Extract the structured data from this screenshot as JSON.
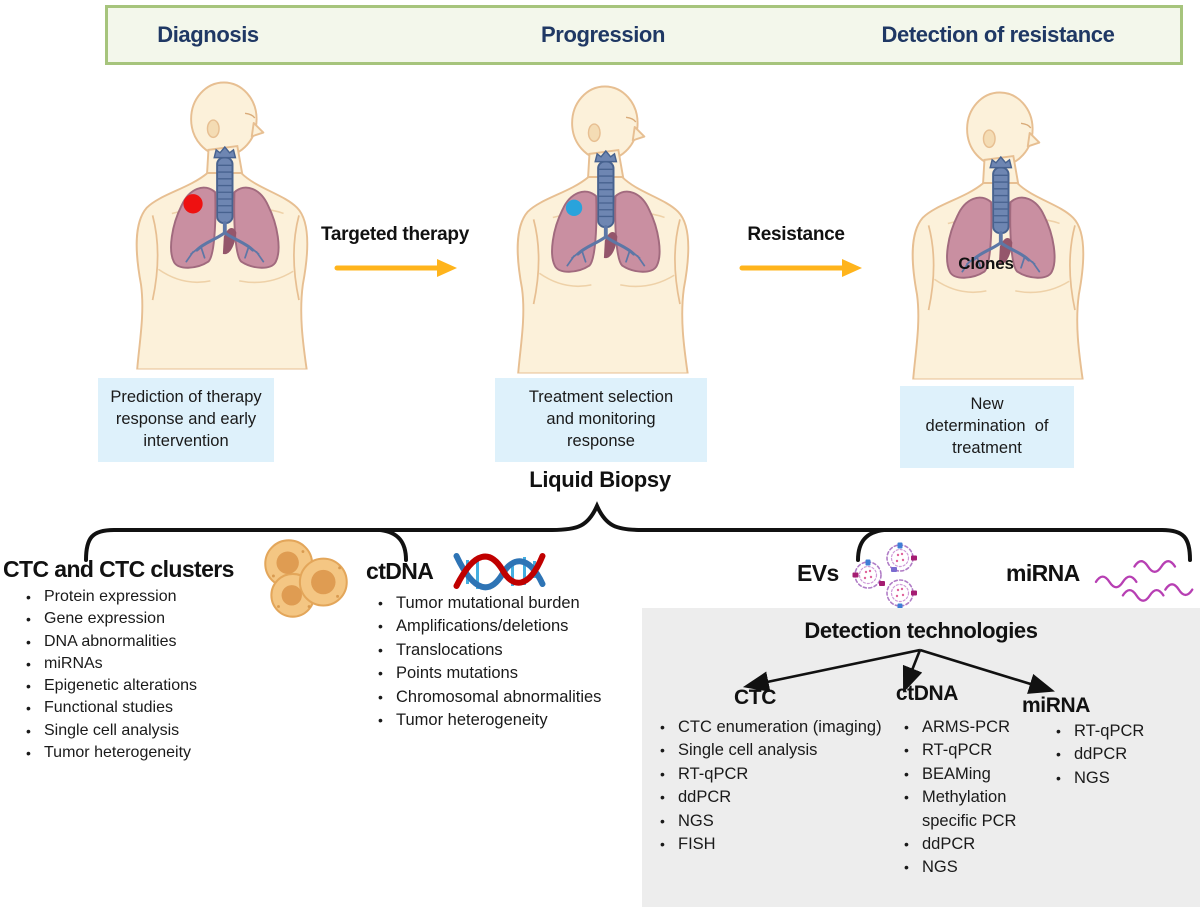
{
  "banner": {
    "phases": [
      "Diagnosis",
      "Progression",
      "Detection of resistance"
    ]
  },
  "flow": {
    "arrow1_label": "Targeted therapy",
    "arrow2_label": "Resistance",
    "clones_label": "Clones"
  },
  "captions": [
    {
      "text": "Prediction of therapy\nresponse and early\nintervention"
    },
    {
      "text": "Treatment selection\nand monitoring\nresponse"
    },
    {
      "text": "New\ndetermination  of\ntreatment"
    }
  ],
  "liquid_biopsy_title": "Liquid Biopsy",
  "categories": [
    {
      "title": "CTC and CTC clusters",
      "icon": "ctc-cluster-icon",
      "items": [
        "Protein expression",
        "Gene expression",
        "DNA abnormalities",
        "miRNAs",
        "Epigenetic alterations",
        "Functional studies",
        "Single cell analysis",
        "Tumor heterogeneity"
      ]
    },
    {
      "title": "ctDNA",
      "icon": "dna-helix-icon",
      "items": [
        "Tumor mutational burden",
        "Amplifications/deletions",
        "Translocations",
        "Points mutations",
        "Chromosomal abnormalities",
        "Tumor heterogeneity"
      ]
    },
    {
      "title": "EVs",
      "icon": "extracellular-vesicles-icon",
      "items": []
    },
    {
      "title": "miRNA",
      "icon": "mirna-squiggle-icon",
      "items": []
    }
  ],
  "detection": {
    "title": "Detection technologies",
    "columns": [
      {
        "title": "CTC",
        "items": [
          "CTC enumeration (imaging)",
          "Single cell analysis",
          "RT-qPCR",
          "ddPCR",
          "NGS",
          "FISH"
        ]
      },
      {
        "title": "ctDNA",
        "items": [
          "ARMS-PCR",
          "RT-qPCR",
          "BEAMing",
          "Methylation specific PCR",
          "ddPCR",
          "NGS"
        ]
      },
      {
        "title": "miRNA",
        "items": [
          "RT-qPCR",
          "ddPCR",
          "NGS"
        ]
      }
    ]
  },
  "colors": {
    "banner_bg": "#f3f7eb",
    "banner_border": "#a6c47c",
    "banner_text": "#1f3864",
    "caption_bg": "#def1fb",
    "arrow_orange": "#ffb41c",
    "panel_bg": "#ededed",
    "skin": "#fcf1da",
    "lung_pink": "#c98fa1",
    "trachea_blue": "#6e86b2",
    "tumor_red": "#ee1111",
    "tumor_blue": "#29a3dc"
  }
}
